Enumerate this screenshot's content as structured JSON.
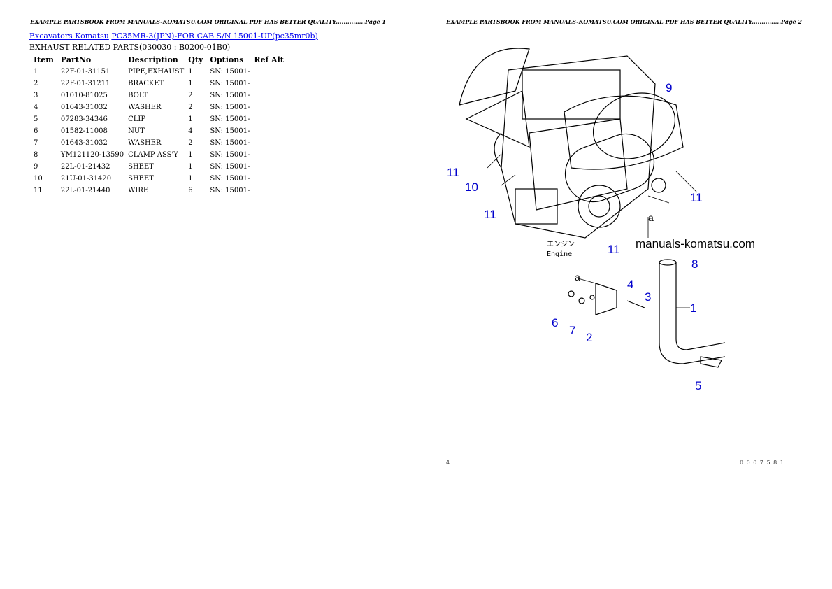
{
  "page1": {
    "header": "EXAMPLE PARTSBOOK FROM MANUALS-KOMATSU.COM ORIGINAL PDF HAS BETTER QUALITY...............Page 1",
    "breadcrumb": [
      "Excavators Komatsu",
      "PC35MR-3(JPN)-FOR CAB S/N 15001-UP(pc35mr0b)"
    ],
    "subtitle": "EXHAUST RELATED PARTS(030030 : B0200-01B0)",
    "columns": [
      "Item",
      "PartNo",
      "Description",
      "Qty",
      "Options",
      "Ref Alt"
    ],
    "rows": [
      [
        "1",
        "22F-01-31151",
        "PIPE,EXHAUST",
        "1",
        "SN: 15001-",
        ""
      ],
      [
        "2",
        "22F-01-31211",
        "BRACKET",
        "1",
        "SN: 15001-",
        ""
      ],
      [
        "3",
        "01010-81025",
        "BOLT",
        "2",
        "SN: 15001-",
        ""
      ],
      [
        "4",
        "01643-31032",
        "WASHER",
        "2",
        "SN: 15001-",
        ""
      ],
      [
        "5",
        "07283-34346",
        "CLIP",
        "1",
        "SN: 15001-",
        ""
      ],
      [
        "6",
        "01582-11008",
        "NUT",
        "4",
        "SN: 15001-",
        ""
      ],
      [
        "7",
        "01643-31032",
        "WASHER",
        "2",
        "SN: 15001-",
        ""
      ],
      [
        "8",
        "YM121120-13590",
        "CLAMP ASS'Y",
        "1",
        "SN: 15001-",
        ""
      ],
      [
        "9",
        "22L-01-21432",
        "SHEET",
        "1",
        "SN: 15001-",
        ""
      ],
      [
        "10",
        "21U-01-31420",
        "SHEET",
        "1",
        "SN: 15001-",
        ""
      ],
      [
        "11",
        "22L-01-21440",
        "WIRE",
        "6",
        "SN: 15001-",
        ""
      ]
    ]
  },
  "page2": {
    "header": "EXAMPLE PARTSBOOK FROM MANUALS-KOMATSU.COM ORIGINAL PDF HAS BETTER QUALITY...............Page 2",
    "callouts": [
      "9",
      "11",
      "10",
      "11",
      "11",
      "11",
      "8",
      "4",
      "3",
      "1",
      "6",
      "7",
      "2",
      "5"
    ],
    "labels": {
      "a1": "a",
      "a2": "a",
      "engine_jp": "エンジン",
      "engine_en": "Engine",
      "watermark": "manuals-komatsu.com"
    },
    "footer_left": "4",
    "footer_right": "0 0 0 7 5 8 1"
  }
}
